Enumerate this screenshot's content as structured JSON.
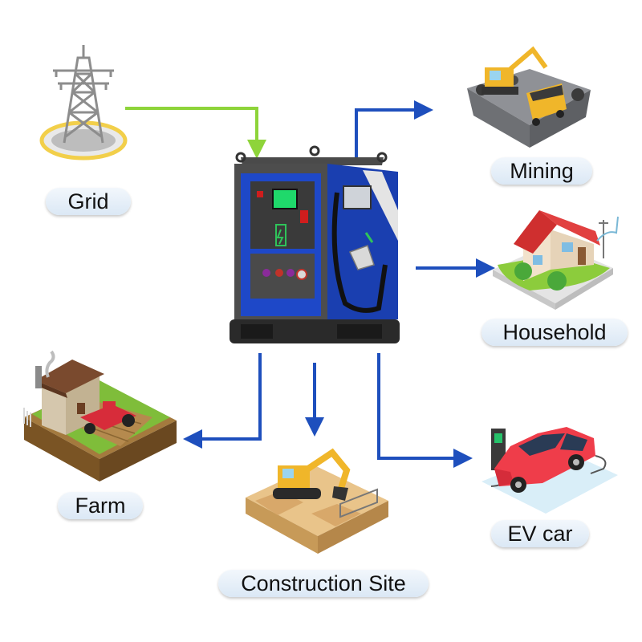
{
  "labels": {
    "grid": "Grid",
    "mining": "Mining",
    "household": "Household",
    "farm": "Farm",
    "ev_car": "EV car",
    "construction": "Construction Site"
  },
  "colors": {
    "supply_arrow": "#8ed43a",
    "output_arrow": "#1e4fbd",
    "cabinet_blue": "#1e48c8",
    "label_bg": "#e1ecf7"
  },
  "icons": [
    "power-tower-icon",
    "charging-station-icon",
    "mining-excavator-icon",
    "house-icon",
    "farm-icon",
    "construction-excavator-icon",
    "ev-car-icon"
  ]
}
